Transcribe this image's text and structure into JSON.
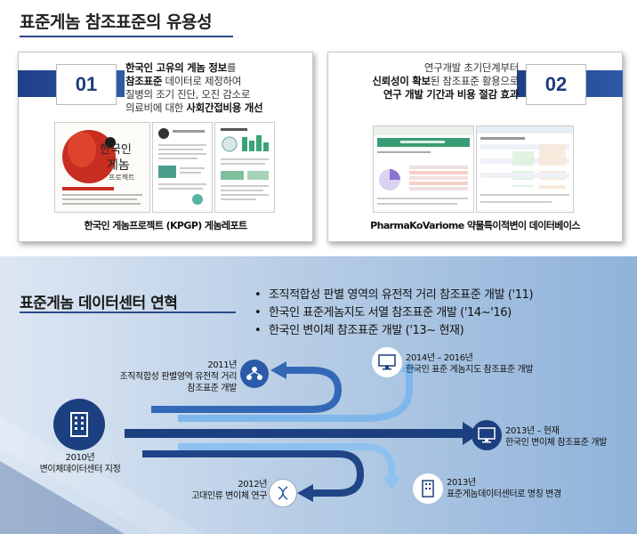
{
  "top": {
    "title": "표준게놈 참조표준의 유용성",
    "cards": [
      {
        "number": "01",
        "lines": [
          [
            {
              "t": "한국인 고유의 게놈 정보",
              "b": true
            },
            {
              "t": "를",
              "b": false
            }
          ],
          [
            {
              "t": "참조표준",
              "b": true
            },
            {
              "t": " 데이터로 제정하여",
              "b": false
            }
          ],
          [
            {
              "t": "질병의 조기 진단, 오진 감소로",
              "b": false
            }
          ],
          [
            {
              "t": "의료비에 대한 ",
              "b": false
            },
            {
              "t": "사회간접비용 개선",
              "b": true
            }
          ]
        ],
        "caption": "한국인 게놈프로젝트 (KPGP) 게놈레포트"
      },
      {
        "number": "02",
        "lines": [
          [
            {
              "t": "연구개발 초기단계부터",
              "b": false
            }
          ],
          [
            {
              "t": "신뢰성이 확보",
              "b": true
            },
            {
              "t": "된 참조표준 활용으로",
              "b": false
            }
          ],
          [
            {
              "t": "연구 개발 기간과 비용 절감 효과",
              "b": true
            }
          ]
        ],
        "caption": "PharmaKoVariome 약물특이적변이 데이터베이스"
      }
    ]
  },
  "bottom": {
    "title": "표준게놈 데이터센터 연혁",
    "bullets": [
      "조직적합성 판별 영역의 유전적 거리 참조표준 개발 ('11)",
      "한국인 표준게놈지도 서열 참조표준 개발 ('14~'16)",
      "한국인 변이체 참조표준 개발 ('13~ 현재)"
    ],
    "timeline": {
      "origin": {
        "year": "2010년",
        "label": "변이체데이터센터 지정",
        "icon": "building-icon"
      },
      "events": [
        {
          "id": "e2011",
          "year": "2011년",
          "lines": [
            "조직적합성 판별영역 유전적 거리",
            "참조표준 개발"
          ],
          "icon": "people-icon",
          "color": "#2a5aa8"
        },
        {
          "id": "e2012",
          "year": "2012년",
          "lines": [
            "고대인류 변이체 연구"
          ],
          "icon": "dna-icon",
          "color": "#ffffff"
        },
        {
          "id": "e2014",
          "year": "2014년 – 2016년",
          "lines": [
            "한국인 표준 게놈지도 참조표준 개발"
          ],
          "icon": "monitor-icon",
          "color": "#ffffff"
        },
        {
          "id": "e2013a",
          "year": "2013년 – 현재",
          "lines": [
            "한국인 변이체 참조표준 개발"
          ],
          "icon": "monitor-icon",
          "color": "#1b3f7f"
        },
        {
          "id": "e2013b",
          "year": "2013년",
          "lines": [
            "표준게놈데이터센터로 명칭 변경"
          ],
          "icon": "building-icon",
          "color": "#ffffff"
        }
      ]
    }
  }
}
